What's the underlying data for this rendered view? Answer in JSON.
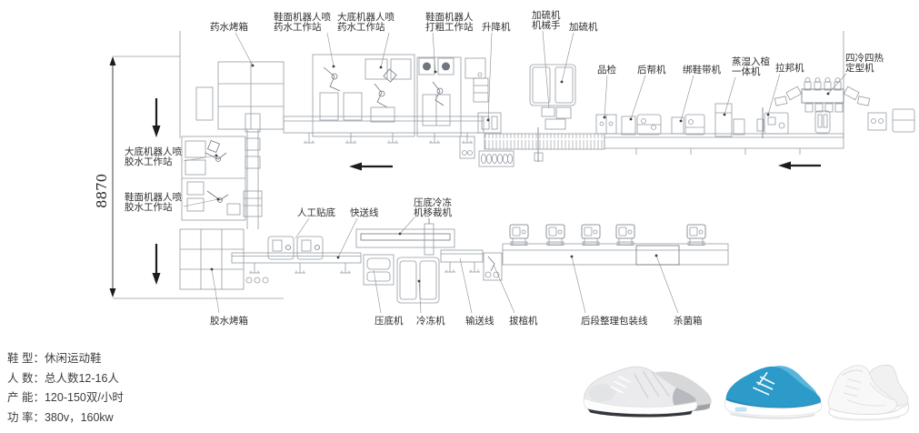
{
  "diagram": {
    "dimension": "8870",
    "labels": {
      "medicine_oven": "药水烤箱",
      "upper_robot_spray": [
        "鞋面机器人喷",
        "药水工作站"
      ],
      "outsole_robot_spray": [
        "大底机器人喷",
        "药水工作站"
      ],
      "upper_robot_roughing": [
        "鞋面机器人",
        "打粗工作站"
      ],
      "lifter": "升降机",
      "vulcanizer_arm": [
        "加硫机",
        "机械手"
      ],
      "vulcanizer": "加硫机",
      "quality_check": "品检",
      "heel_lasting": "后帮机",
      "lace_tying": "绑鞋带机",
      "steam_lasting": [
        "蒸湿入楦",
        "一体机"
      ],
      "toe_lasting": "拉邦机",
      "cold_hot_setting": [
        "四冷四热",
        "定型机"
      ],
      "outsole_robot_glue": [
        "大底机器人喷",
        "胶水工作站"
      ],
      "upper_robot_glue": [
        "鞋面机器人喷",
        "胶水工作站"
      ],
      "manual_sole_attach": "人工贴底",
      "fast_line": "快送线",
      "press_freeze_transfer": [
        "压底冷冻",
        "机移裁机"
      ],
      "glue_oven": "胶水烤箱",
      "sole_press": "压底机",
      "freezer": "冷冻机",
      "conveyor_line": "输送线",
      "last_pulling": "拔楦机",
      "finishing_packing_line": "后段整理包装线",
      "sterilizer": "杀菌箱"
    }
  },
  "spec": {
    "lines": [
      "鞋 型：休闲运动鞋",
      "人 数：总人数12-16人",
      "产 能：120-150双/小时",
      "功 率：380v，160kw"
    ]
  },
  "icons": {
    "flow_left_arrow": "left-arrow",
    "flow_down_arrow": "down-arrow"
  },
  "colors": {
    "line": "#959ba3",
    "ink": "#2f2f2f",
    "arrow": "#1c1c1c",
    "shoeBlue": "#2d9bca",
    "shoeBlueDark": "#1d7fad",
    "shoeGray": "#ebebed",
    "shoeWhite": "#f8f8f9"
  }
}
